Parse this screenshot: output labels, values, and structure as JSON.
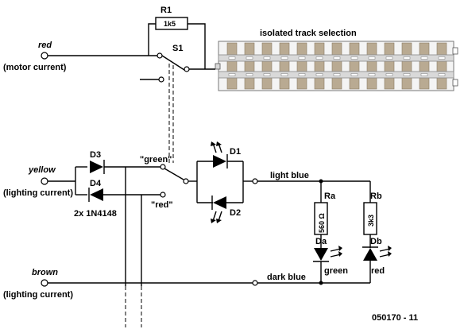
{
  "labels": {
    "red_wire": "red",
    "motor_current": "(motor current)",
    "yellow_wire": "yellow",
    "lighting_current_1": "(lighting current)",
    "brown_wire": "brown",
    "lighting_current_2": "(lighting current)",
    "track_title": "isolated track selection",
    "r1": "R1",
    "r1_value": "1k5",
    "s1": "S1",
    "d1": "D1",
    "d2": "D2",
    "d3": "D3",
    "d4": "D4",
    "diode_part": "2x  1N4148",
    "green_pos": "\"green\"",
    "red_pos": "\"red\"",
    "light_blue": "light blue",
    "dark_blue": "dark blue",
    "ra": "Ra",
    "ra_value": "560 Ω",
    "rb": "Rb",
    "rb_value": "3k3",
    "da": "Da",
    "db": "Db",
    "green_led": "green",
    "red_led": "red",
    "figure_code": "050170 - 11"
  },
  "colors": {
    "rail": "#c8c8c8",
    "sleeper": "#b9aa92",
    "track_bg": "#ffffff",
    "track_border": "#666666"
  }
}
